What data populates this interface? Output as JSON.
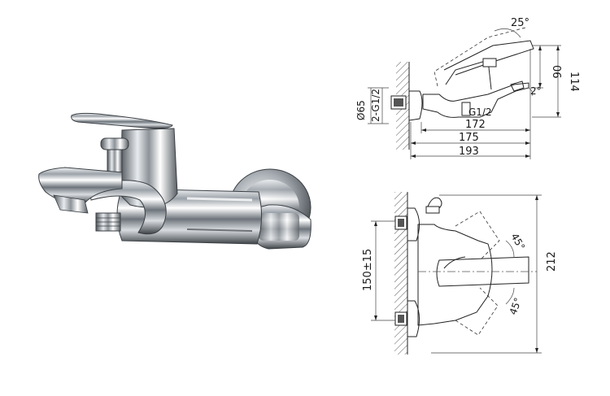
{
  "drawing": {
    "side_view": {
      "diameter_label": "Ø65",
      "thread_left_label": "2-G1/2",
      "thread_right_label": "G1/2",
      "angle_top_label": "25°",
      "angle_small_label": "2°",
      "height_small_label": "06",
      "height_label": "114",
      "length_1_label": "172",
      "length_2_label": "175",
      "length_3_label": "193"
    },
    "top_view": {
      "spacing_label": "150±15",
      "depth_label": "212",
      "angle_upper_label": "45°",
      "angle_lower_label": "45°"
    }
  }
}
